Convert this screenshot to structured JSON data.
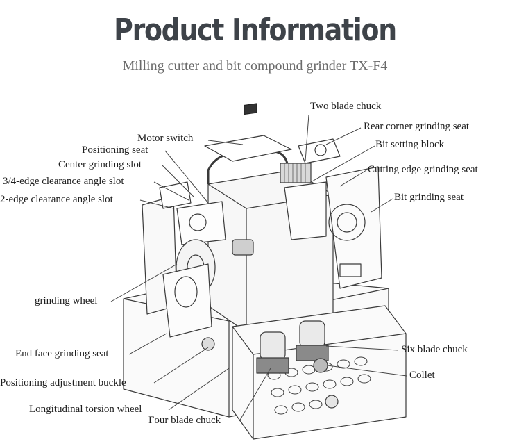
{
  "header": {
    "title": "Product Information",
    "subtitle": "Milling cutter and bit compound grinder TX-F4"
  },
  "labels": {
    "two_blade_chuck": "Two blade chuck",
    "rear_corner_grinding_seat": "Rear corner grinding seat",
    "bit_setting_block": "Bit setting block",
    "cutting_edge_grinding_seat": "Cutting edge grinding seat",
    "bit_grinding_seat": "Bit grinding seat",
    "motor_switch": "Motor switch",
    "positioning_seat": "Positioning seat",
    "center_grinding_slot": "Center grinding slot",
    "clearance_34_slot": "3/4-edge clearance angle slot",
    "clearance_2_slot": "2-edge clearance angle slot",
    "grinding_wheel": "grinding wheel",
    "end_face_grinding_seat": "End face grinding seat",
    "positioning_adjustment_buckle": "Positioning adjustment buckle",
    "longitudinal_torsion_wheel": "Longitudinal torsion wheel",
    "four_blade_chuck": "Four blade chuck",
    "six_blade_chuck": "Six blade chuck",
    "collet": "Collet"
  }
}
